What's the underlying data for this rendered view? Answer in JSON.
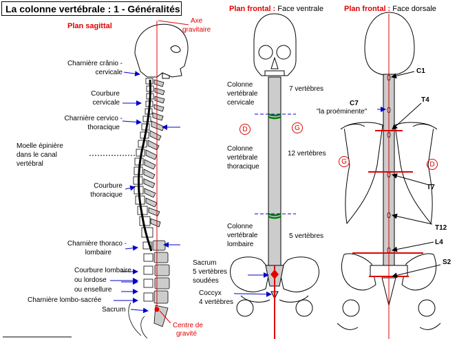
{
  "title": "La colonne vertébrale : 1 - Généralités",
  "sagittal": {
    "heading": "Plan sagittal",
    "axe1": "Axe",
    "axe2": "gravitaire",
    "labels": {
      "l1a": "Charnière crânio -",
      "l1b": "cervicale",
      "l2a": "Courbure",
      "l2b": "cervicale",
      "l3a": "Charnière cervico -",
      "l3b": "thoracique",
      "l4a": "Moelle épinière",
      "l4b": "dans le canal",
      "l4c": "vertébral",
      "l5a": "Courbure",
      "l5b": "thoracique",
      "l6a": "Charnière thoraco -",
      "l6b": "lombaire",
      "l7a": "Courbure lombaire",
      "l7b": "ou lordose",
      "l7c": "ou ensellure",
      "l8": "Charnière lombo-sacrée",
      "l9": "Sacrum"
    },
    "cg1": "Centre de",
    "cg2": "gravité"
  },
  "ventral": {
    "heading_bold": "Plan frontal :",
    "heading_rest": "Face ventrale",
    "cerv1": "Colonne",
    "cerv2": "vertébrale",
    "cerv3": "cervicale",
    "cerv_count": "7 vertèbres",
    "thor1": "Colonne",
    "thor2": "vertébrale",
    "thor3": "thoracique",
    "thor_count": "12 vertèbres",
    "lomb1": "Colonne",
    "lomb2": "vertébrale",
    "lomb3": "lombaire",
    "lomb_count": "5 vertèbres",
    "sacrum1": "Sacrum",
    "sacrum2": "5 vertèbres",
    "sacrum3": "soudées",
    "coccyx1": "Coccyx",
    "coccyx2": "4 vertèbres",
    "d": "D",
    "g": "G"
  },
  "dorsal": {
    "heading_bold": "Plan frontal :",
    "heading_rest": "Face dorsale",
    "c1": "C1",
    "c7": "C7",
    "prominente": "\"la proéminente\"",
    "t4": "T4",
    "t7": "T7",
    "t12": "T12",
    "l4": "L4",
    "s2": "S2",
    "g": "G",
    "d": "D"
  },
  "colors": {
    "red": "#e00000",
    "blue": "#0000cc",
    "bone": "#cccccc",
    "green": "#008000"
  }
}
